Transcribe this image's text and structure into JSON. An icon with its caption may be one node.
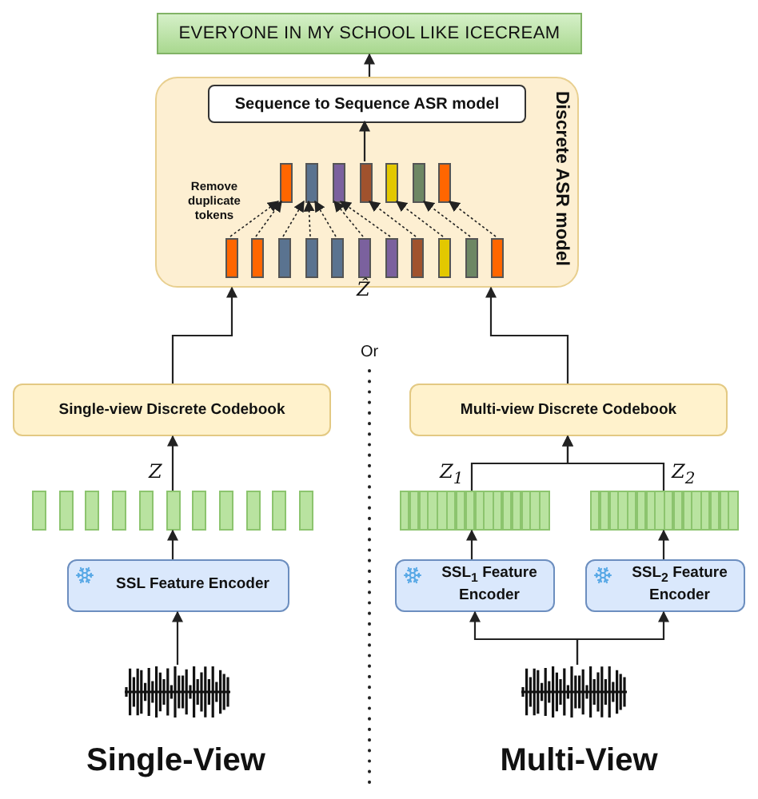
{
  "diagram": {
    "nodes": [
      {
        "text": [
          "EVERYONE IN MY SCHOOL LIKE ICECREAM"
        ]
      },
      {
        "text": [
          "Discrete ASR model"
        ]
      },
      {
        "text": [
          "Sequence to Sequence ASR model"
        ],
        "in": 1
      },
      {
        "text": [],
        "shape": "bar",
        "in": 1
      },
      {
        "text": [],
        "shape": "bar",
        "in": 1
      },
      {
        "text": [],
        "shape": "bar",
        "in": 1
      },
      {
        "text": [],
        "shape": "bar",
        "in": 1
      },
      {
        "text": [],
        "shape": "bar",
        "in": 1
      },
      {
        "text": [],
        "shape": "bar",
        "in": 1
      },
      {
        "text": [],
        "shape": "bar",
        "in": 1
      },
      {
        "text": [],
        "shape": "bar",
        "in": 1
      },
      {
        "text": [],
        "shape": "bar",
        "in": 1
      },
      {
        "text": [],
        "shape": "bar",
        "in": 1
      },
      {
        "text": [],
        "shape": "bar",
        "in": 1
      },
      {
        "text": [],
        "shape": "bar",
        "in": 1
      },
      {
        "text": [],
        "shape": "bar",
        "in": 1
      },
      {
        "text": [],
        "shape": "bar",
        "in": 1
      },
      {
        "text": [],
        "shape": "bar",
        "in": 1
      },
      {
        "text": [],
        "shape": "bar",
        "in": 1
      },
      {
        "text": [],
        "shape": "bar",
        "in": 1
      },
      {
        "text": [],
        "shape": "bar",
        "in": 1
      },
      {
        "text": [
          "Single-view Discrete Codebook"
        ]
      },
      {
        "text": [],
        "shape": "bar"
      },
      {
        "text": [
          "SSL Feature Encoder"
        ]
      },
      {
        "text": [],
        "shape": "picture"
      },
      {
        "text": [
          "Multi-view Discrete Codebook"
        ]
      },
      {
        "text": [],
        "shape": "bar"
      },
      {
        "text": [],
        "shape": "bar"
      },
      {
        "text": [
          "SSL$_{1}$ Feature Encoder"
        ]
      },
      {
        "text": [
          "SSL$_{2}$ Feature Encoder"
        ]
      },
      {
        "text": [],
        "shape": "picture"
      }
    ],
    "edges": [
      {
        "from": 1,
        "to": 0,
        "arrow": "to"
      },
      {
        "from": 6,
        "to": 2,
        "arrow": "to"
      },
      {
        "from": 10,
        "to": 3,
        "arrow": "to",
        "style": "dashed"
      },
      {
        "from": 11,
        "to": 3,
        "arrow": "to",
        "style": "dashed"
      },
      {
        "from": 12,
        "to": 4,
        "arrow": "to",
        "style": "dashed"
      },
      {
        "from": 13,
        "to": 4,
        "arrow": "to",
        "style": "dashed"
      },
      {
        "from": 14,
        "to": 4,
        "arrow": "to",
        "style": "dashed"
      },
      {
        "from": 15,
        "to": 5,
        "arrow": "to",
        "style": "dashed"
      },
      {
        "from": 16,
        "to": 5,
        "arrow": "to",
        "style": "dashed"
      },
      {
        "from": 17,
        "to": 6,
        "arrow": "to",
        "style": "dashed"
      },
      {
        "from": 18,
        "to": 7,
        "arrow": "to",
        "style": "dashed"
      },
      {
        "from": 19,
        "to": 8,
        "arrow": "to",
        "style": "dashed"
      },
      {
        "from": 20,
        "to": 9,
        "arrow": "to",
        "style": "dashed"
      },
      {
        "from": 21,
        "to": 1,
        "arrow": "to"
      },
      {
        "from": 25,
        "to": 1,
        "arrow": "to"
      },
      {
        "from": 22,
        "to": 21,
        "arrow": "to",
        "label": "Z"
      },
      {
        "from": 23,
        "to": 22,
        "arrow": "to"
      },
      {
        "from": 24,
        "to": 23,
        "arrow": "to"
      },
      {
        "from": 26,
        "to": 25,
        "arrow": "to",
        "label": "Z$_{1}$"
      },
      {
        "from": 27,
        "to": 25,
        "arrow": "to",
        "label": "Z$_{2}$"
      },
      {
        "from": 28,
        "to": 26,
        "arrow": "to"
      },
      {
        "from": 29,
        "to": 27,
        "arrow": "to"
      },
      {
        "from": 30,
        "to": 28,
        "arrow": "to"
      },
      {
        "from": 30,
        "to": 29,
        "arrow": "to"
      }
    ],
    "labels": [
      "Remove duplicate tokens",
      "Ẑ",
      "Or",
      "Single-View",
      "Multi-View"
    ]
  }
}
